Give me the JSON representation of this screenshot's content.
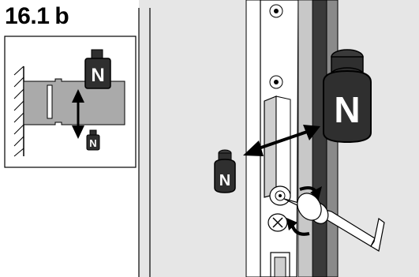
{
  "step": {
    "number": "16.1",
    "letter": "b"
  },
  "weight_glyph": "N",
  "colors": {
    "background": "#e6e6e6",
    "inset_frame": "#ffffff",
    "frame_profile": "#aaaaaa",
    "door_edge": "#3a3a3a",
    "weight_body": "#2f2f2f",
    "weight_glyph": "#ffffff",
    "hex_key": "#ffffff"
  }
}
